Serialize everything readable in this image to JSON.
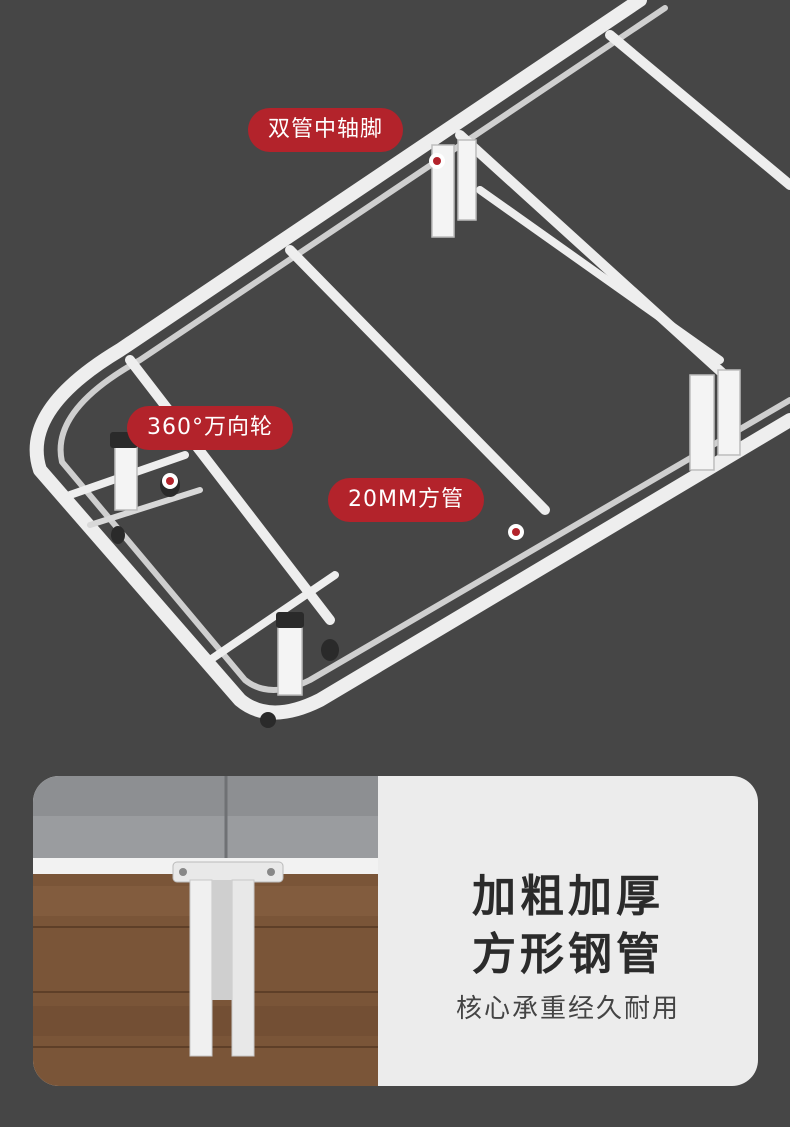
{
  "hero": {
    "background_color": "#464646",
    "frame_color": "#ffffff",
    "callouts": [
      {
        "label": "双管中轴脚"
      },
      {
        "label": "360°万向轮"
      },
      {
        "label": "20MM方管"
      }
    ],
    "callout_color": "#b3232b"
  },
  "feature_card": {
    "title_line_1": "加粗加厚",
    "title_line_2": "方形钢管",
    "subtitle": "核心承重经久耐用",
    "photo_icon": "steel-leg-closeup-photo"
  }
}
